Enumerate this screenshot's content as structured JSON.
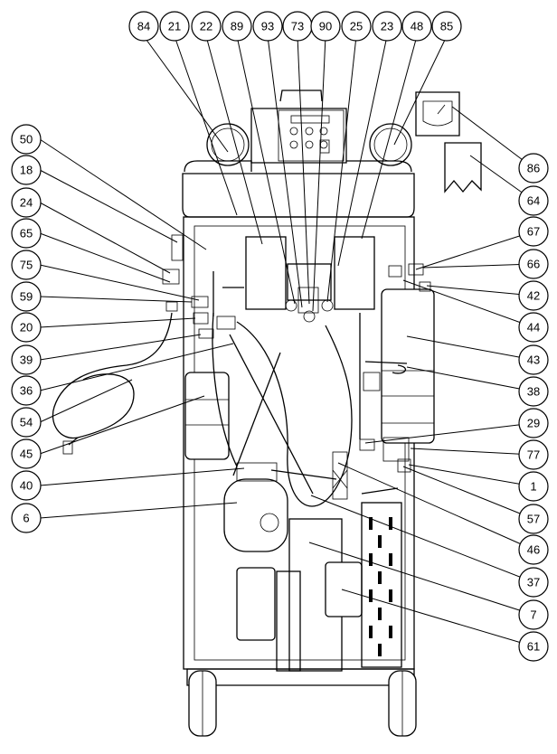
{
  "callouts_top": [
    "84",
    "21",
    "22",
    "89",
    "93",
    "73",
    "90",
    "25",
    "23",
    "48",
    "85"
  ],
  "callouts_left": [
    "50",
    "18",
    "24",
    "65",
    "75",
    "59",
    "20",
    "39",
    "36",
    "54",
    "45",
    "40",
    "6"
  ],
  "callouts_right": [
    "86",
    "64",
    "67",
    "66",
    "42",
    "44",
    "43",
    "38",
    "29",
    "77",
    "1",
    "57",
    "46",
    "37",
    "7",
    "61"
  ]
}
